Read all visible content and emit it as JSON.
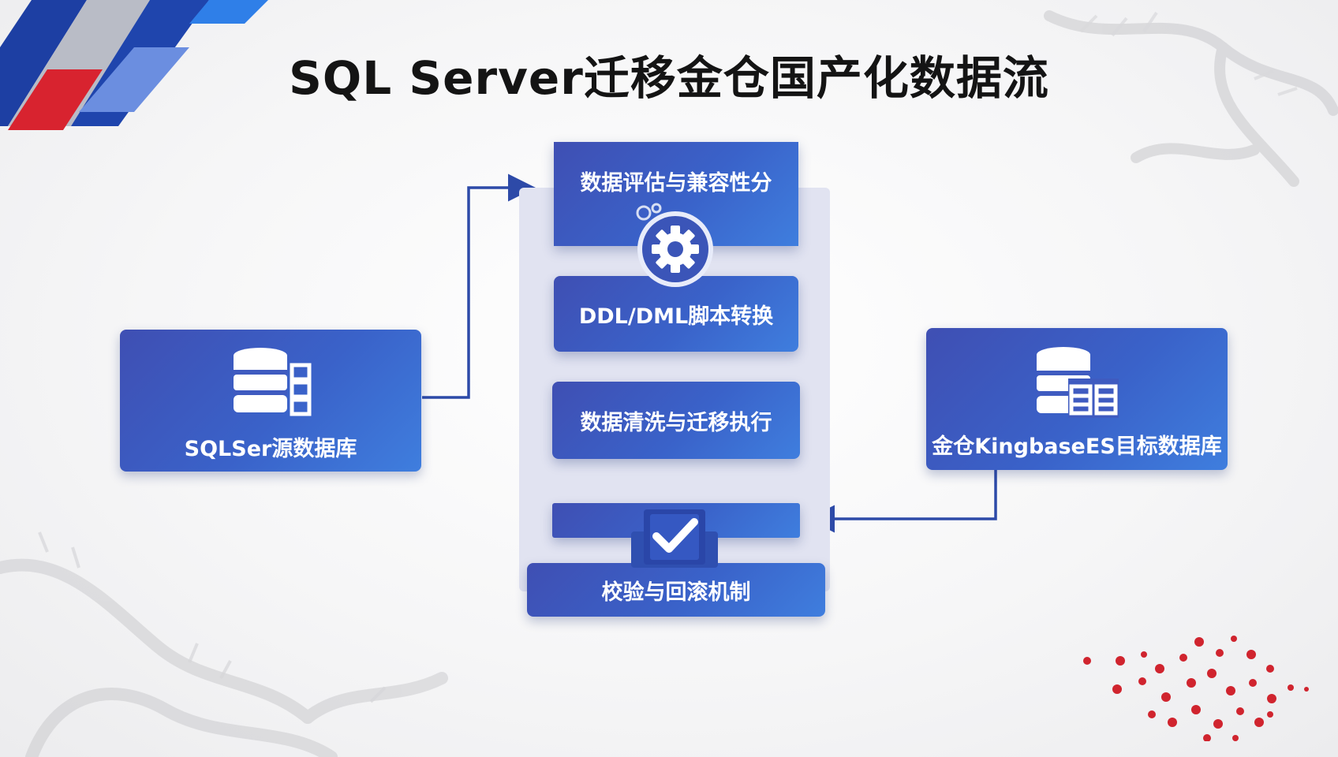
{
  "title": "SQL Server迁移金仓国产化数据流",
  "source_db": {
    "label": "SQLSer源数据库",
    "icon": "database-server-icon"
  },
  "target_db": {
    "label": "金仓KingbaseES目标数据库",
    "icon": "database-table-icon"
  },
  "steps": [
    {
      "label": "数据评估与兼容性分"
    },
    {
      "label": "DDL/DML脚本转换"
    },
    {
      "label": "数据清洗与迁移执行"
    },
    {
      "label": ""
    },
    {
      "label": "校验与回滚机制"
    }
  ],
  "icons": {
    "gear": "gear-icon",
    "check": "checkmark-icon"
  },
  "colors": {
    "box_dark": "#3f4fb3",
    "box_light": "#3f7ede",
    "arrow": "#2d4aa8",
    "accent_red": "#d0242e"
  }
}
